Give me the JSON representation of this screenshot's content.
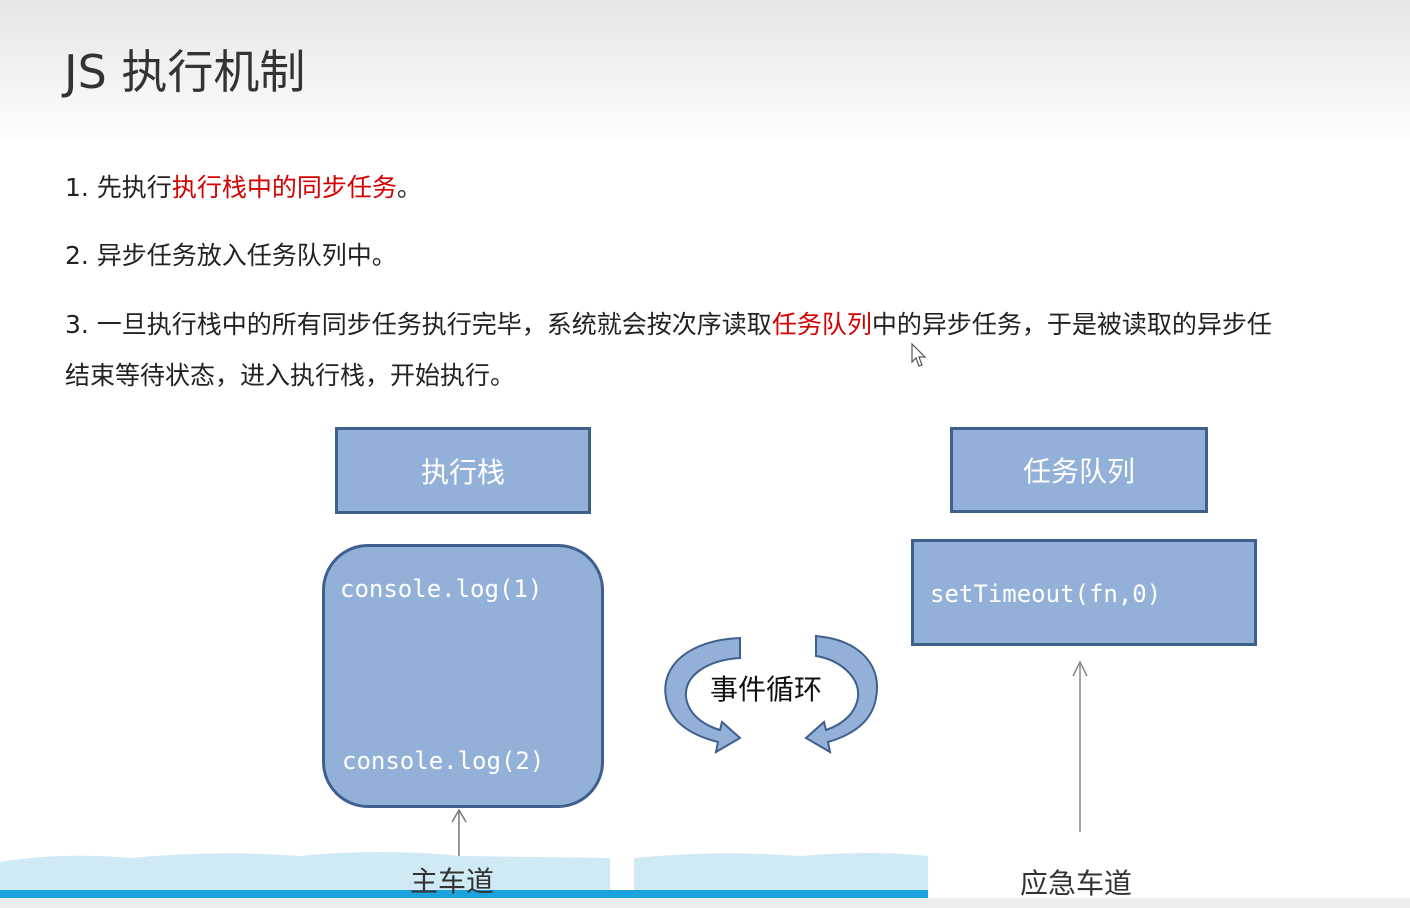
{
  "slide": {
    "title": "JS 执行机制",
    "points": [
      {
        "prefix": "1. 先执行",
        "highlight": "执行栈中的同步任务",
        "suffix": "。"
      },
      {
        "text": "2. 异步任务放入任务队列中。"
      },
      {
        "prefix": "3. 一旦执行栈中的所有同步任务执行完毕，系统就会按次序读取",
        "highlight": "任务队列",
        "suffix": "中的异步任务，于是被读取的异步任",
        "line2": "结束等待状态，进入执行栈，开始执行。"
      }
    ]
  },
  "diagram": {
    "stack_label": "执行栈",
    "queue_label": "任务队列",
    "stack_items": [
      "console.log(1)",
      "console.log(2)"
    ],
    "queue_items": [
      "setTimeout(fn,0)"
    ],
    "loop_label": "事件循环",
    "main_lane": "主车道",
    "emergency_lane": "应急车道"
  },
  "colors": {
    "box_fill": "#93b1d8",
    "box_border": "#3f5f8c",
    "highlight": "#d40000",
    "lane_water": "#cfe9f5",
    "lane_bar": "#1aa3dd"
  },
  "icons": [
    "cycle-arrow-icon",
    "up-arrow-icon",
    "mouse-pointer-icon"
  ]
}
